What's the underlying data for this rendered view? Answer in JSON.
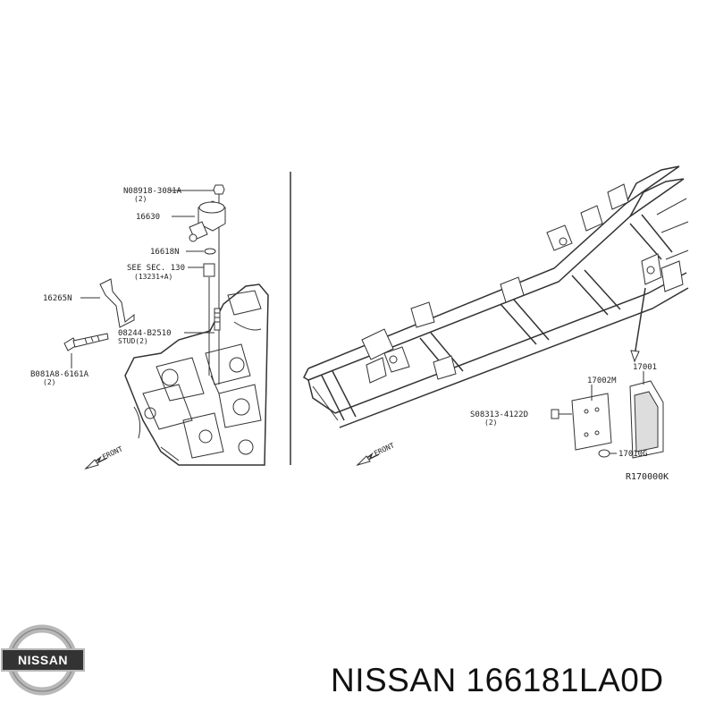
{
  "left_view": {
    "callouts": [
      {
        "id": "c1",
        "text": "N08918-3081A"
      },
      {
        "id": "c1q",
        "text": "(2)"
      },
      {
        "id": "c2",
        "text": "16630"
      },
      {
        "id": "c3",
        "text": "16618N"
      },
      {
        "id": "c4",
        "text": "SEE SEC. 130"
      },
      {
        "id": "c4b",
        "text": "(13231+A)"
      },
      {
        "id": "c5",
        "text": "16265N"
      },
      {
        "id": "c6",
        "text": "08244-B2510"
      },
      {
        "id": "c6b",
        "text": "STUD(2)"
      },
      {
        "id": "c7",
        "text": "B081A8-6161A"
      },
      {
        "id": "c7q",
        "text": "(2)"
      }
    ],
    "front_label": "FRONT"
  },
  "right_view": {
    "callouts": [
      {
        "id": "r1",
        "text": "17002M"
      },
      {
        "id": "r2",
        "text": "17001"
      },
      {
        "id": "r3",
        "text": "S08313-4122D"
      },
      {
        "id": "r3q",
        "text": "(2)"
      },
      {
        "id": "r4",
        "text": "17010G"
      }
    ],
    "front_label": "FRONT",
    "drawing_code": "R170000K"
  },
  "logo": {
    "text": "NISSAN",
    "icon": "nissan-logo-icon"
  },
  "caption": "NISSAN 166181LA0D",
  "colors": {
    "line": "#333333",
    "logo_dark": "#333333",
    "logo_silver": "#b8b8b8"
  }
}
